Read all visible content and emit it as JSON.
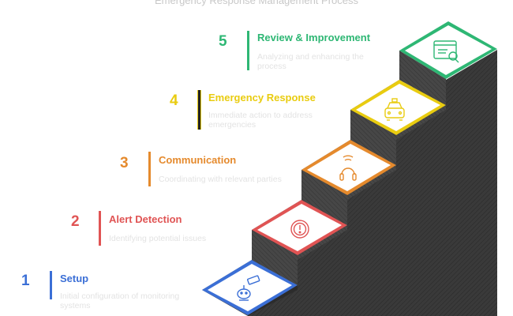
{
  "header": {
    "text": "Emergency Response Management Process"
  },
  "steps": [
    {
      "number": "1",
      "title": "Setup",
      "description": "Initial configuration of monitoring systems",
      "color": "#3b6fd6",
      "icon": "robot-camera-icon"
    },
    {
      "number": "2",
      "title": "Alert Detection",
      "description": "Identifying potential issues",
      "color": "#e05454",
      "icon": "alert-circle-icon"
    },
    {
      "number": "3",
      "title": "Communication",
      "description": "Coordinating with relevant parties",
      "color": "#e58a2d",
      "icon": "headset-icon"
    },
    {
      "number": "4",
      "title": "Emergency Response",
      "description": "Immediate action to address emergencies",
      "color": "#e9cc10",
      "icon": "police-car-icon"
    },
    {
      "number": "5",
      "title": "Review & Improvement",
      "description": "Analyzing and enhancing the process",
      "color": "#2eb774",
      "icon": "report-search-icon"
    }
  ]
}
